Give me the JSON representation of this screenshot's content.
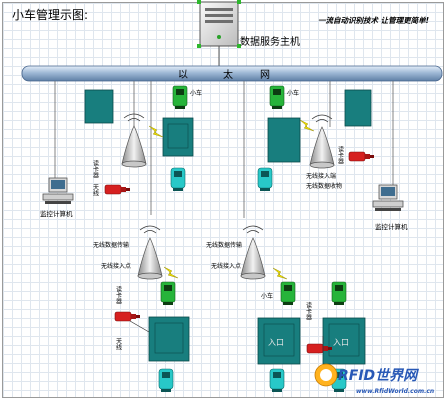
{
  "title": "小车管理示图:",
  "slogan": "一流自动识别技术  让管理更简单!",
  "server_label": "数据服务主机",
  "network": {
    "chars": [
      "以",
      "太",
      "网"
    ]
  },
  "monitors": {
    "left": "监控计算机",
    "right": "监控计算机"
  },
  "cart_label": "小车",
  "reader_label": "读卡器",
  "antenna_label": "天线",
  "wireless_transmit": "无线数据传输",
  "wireless_access": "无线接入点",
  "wireless_access_end": "无线接入端",
  "wireless_data_device": "无线数据收物",
  "door_label": "入口",
  "watermark": {
    "main": "RFID世界网",
    "url": "www.RfidWorld.com.cn"
  }
}
